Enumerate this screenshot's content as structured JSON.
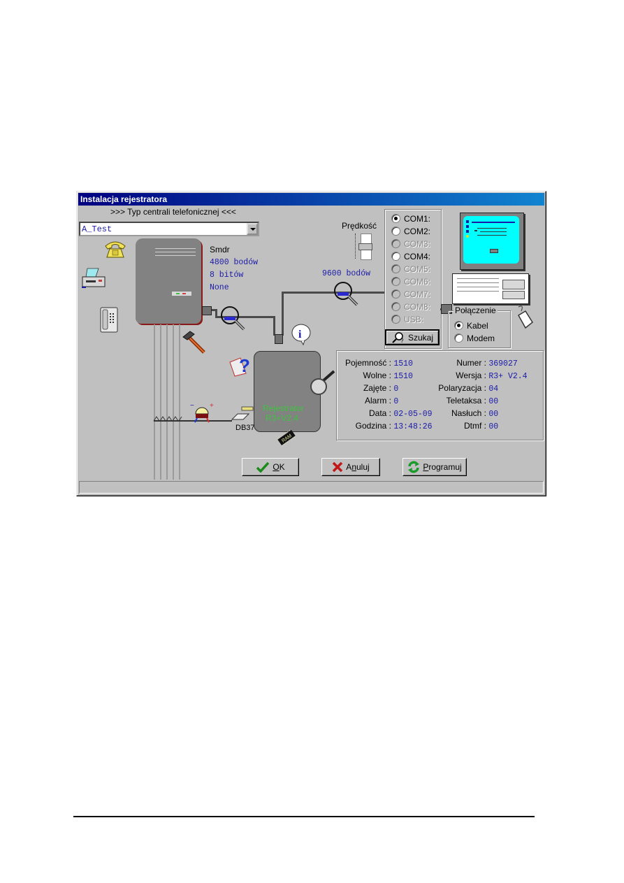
{
  "window": {
    "title": "Instalacja rejestratora",
    "title_gradient": [
      "#000080",
      "#1084d0"
    ]
  },
  "exchange_type": {
    "label": ">>> Typ centrali telefonicznej <<<",
    "selected": "A_Test"
  },
  "pbx": {
    "protocol": "Smdr",
    "baud": "4800 bodów",
    "bits": "8 bitów",
    "parity": "None"
  },
  "speed": {
    "label": "Prędkość",
    "value": "9600 bodów"
  },
  "ports": {
    "items": [
      {
        "label": "COM1:",
        "selected": true,
        "enabled": true
      },
      {
        "label": "COM2:",
        "selected": false,
        "enabled": true
      },
      {
        "label": "COM3:",
        "selected": false,
        "enabled": false
      },
      {
        "label": "COM4:",
        "selected": false,
        "enabled": true
      },
      {
        "label": "COM5:",
        "selected": false,
        "enabled": false
      },
      {
        "label": "COM6:",
        "selected": false,
        "enabled": false
      },
      {
        "label": "COM7:",
        "selected": false,
        "enabled": false
      },
      {
        "label": "COM8:",
        "selected": false,
        "enabled": false
      },
      {
        "label": "USB:",
        "selected": false,
        "enabled": false
      }
    ],
    "search_button": "Szukaj"
  },
  "connection": {
    "label": "Połączenie",
    "options": [
      {
        "label": "Kabel",
        "selected": true
      },
      {
        "label": "Modem",
        "selected": false
      }
    ]
  },
  "recorder": {
    "name_line1": "Rejestrator",
    "name_line2": "R3+V2.4",
    "connector": "DB37",
    "chip": "RAM"
  },
  "info": {
    "left": [
      {
        "key": "Pojemność :",
        "value": "1510"
      },
      {
        "key": "Wolne :",
        "value": "1510"
      },
      {
        "key": "Zajęte :",
        "value": "0"
      },
      {
        "key": "Alarm :",
        "value": "0"
      },
      {
        "key": "Data :",
        "value": "02-05-09"
      },
      {
        "key": "Godzina :",
        "value": "13:48:26"
      }
    ],
    "right": [
      {
        "key": "Numer :",
        "value": "369027"
      },
      {
        "key": "Wersja :",
        "value": "R3+ V2.4"
      },
      {
        "key": "Polaryzacja :",
        "value": "04"
      },
      {
        "key": "Teletaksa :",
        "value": "00"
      },
      {
        "key": "Nasłuch :",
        "value": "00"
      },
      {
        "key": "Dtmf :",
        "value": "00"
      }
    ]
  },
  "buttons": {
    "ok": {
      "prefix": "",
      "underlined": "O",
      "suffix": "K"
    },
    "cancel": {
      "prefix": "A",
      "underlined": "n",
      "suffix": "uluj"
    },
    "program": {
      "prefix": "",
      "underlined": "P",
      "suffix": "rogramuj"
    }
  },
  "colors": {
    "dialog_bg": "#c0c0c0",
    "value_text": "#1a1aa8",
    "recorder_text": "#3ec43e",
    "monitor_screen": "#00ffff"
  }
}
